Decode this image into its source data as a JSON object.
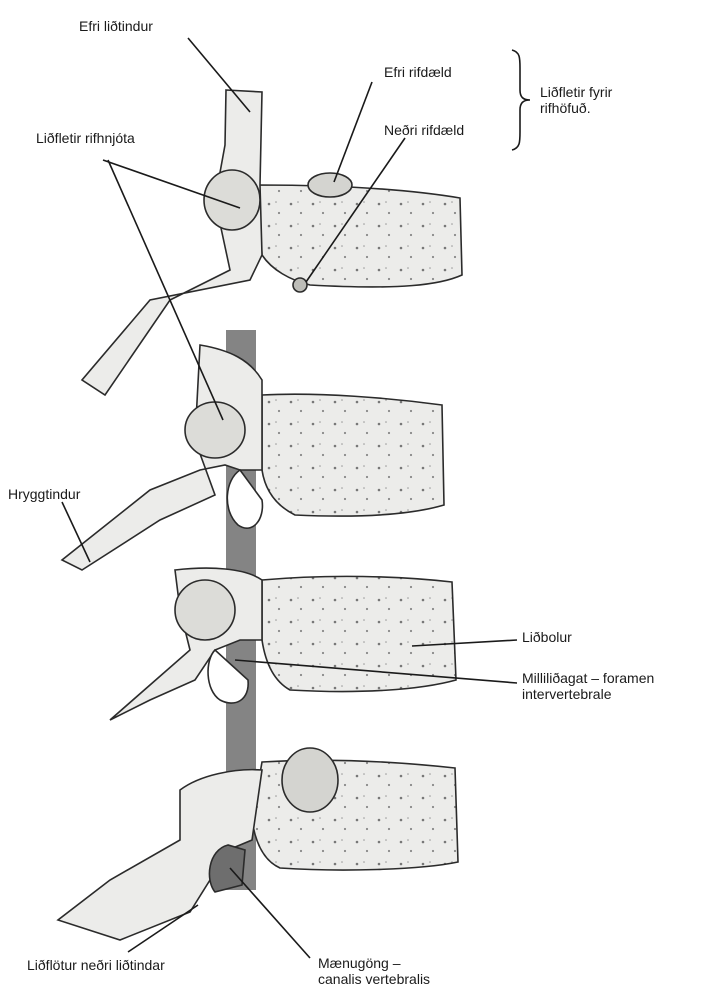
{
  "labels": {
    "efri_lidtindur": "Efri liðtindur",
    "efri_rifdaeld": "Efri rifdæld",
    "lidfletir_fyrir_rifhofud": "Liðfletir fyrir\nrifhöfuð.",
    "nedri_rifdaeld": "Neðri rifdæld",
    "lidfletir_rifhnjota": "Liðfletir rifhnjóta",
    "hryggtindur": "Hryggtindur",
    "lidbolur": "Liðbolur",
    "millilidagat": "Milliliðagat – foramen\nintervertebrale",
    "lidflotur_nedri_lidtindar": "Liðflötur neðri liðtindar",
    "maenugong": "Mænugöng –\ncanalis vertebralis"
  },
  "colors": {
    "bone_fill": "#ececea",
    "bone_shade": "#c9c9c5",
    "line": "#2b2b2b",
    "canal": "#6e6e6e"
  }
}
